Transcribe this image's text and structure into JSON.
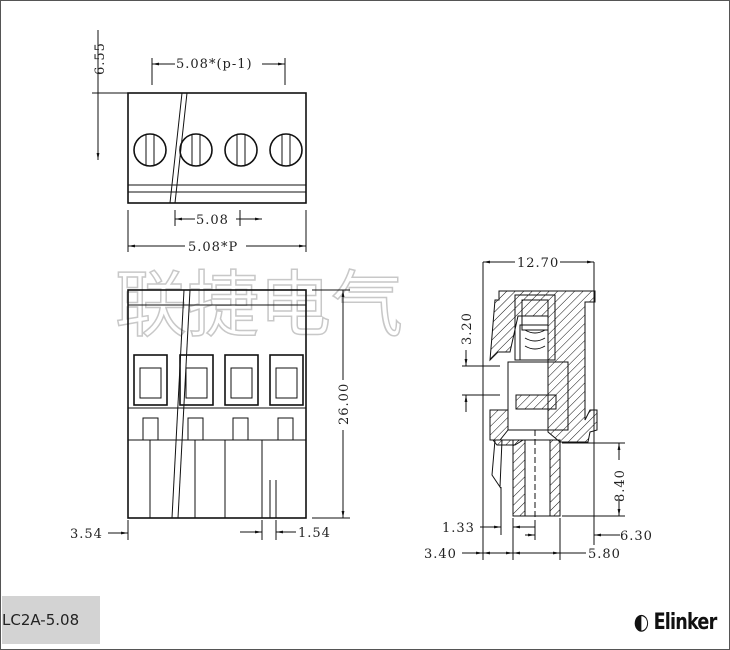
{
  "watermark": "联捷电气",
  "dimensions": {
    "top_height": "6.55",
    "pitch_n": "5.08*(p-1)",
    "pitch": "5.08",
    "total_width": "5.08*P",
    "height": "26.00",
    "left_offset": "3.54",
    "right_offset": "1.54",
    "side_width": "12.70",
    "side_a": "3.20",
    "side_b": "8.40",
    "side_c": "1.33",
    "side_d": "6.30",
    "side_e": "3.40",
    "side_f": "5.80"
  },
  "model": "LC2A-5.08",
  "logo": "Elinker"
}
